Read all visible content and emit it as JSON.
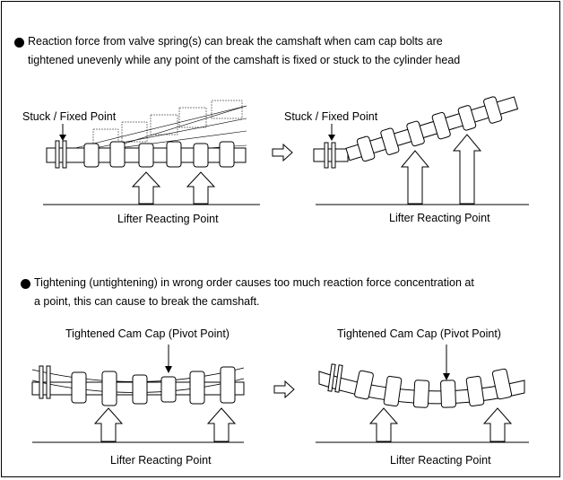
{
  "section1": {
    "text_line1": "Reaction force from valve spring(s) can break the camshaft when cam cap bolts are",
    "text_line2": "tightened unevenly while any point of the camshaft is fixed or stuck to the cylinder head",
    "left_top_label": "Stuck / Fixed Point",
    "right_top_label": "Stuck / Fixed Point",
    "left_bottom_label": "Lifter Reacting Point",
    "right_bottom_label": "Lifter Reacting Point"
  },
  "section2": {
    "text_line1": "Tightening (untightening) in wrong order causes too much reaction force concentration at",
    "text_line2": "a point, this can cause to break the camshaft.",
    "left_top_label": "Tightened Cam Cap (Pivot Point)",
    "right_top_label": "Tightened Cam Cap (Pivot Point)",
    "left_bottom_label": "Lifter Reacting Point",
    "right_bottom_label": "Lifter Reacting Point"
  }
}
